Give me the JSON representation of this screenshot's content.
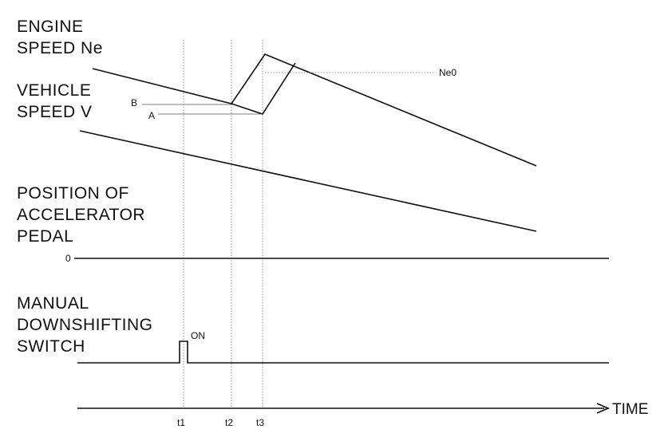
{
  "labels": {
    "engine_speed_1": "ENGINE",
    "engine_speed_2": "SPEED Ne",
    "vehicle_speed_1": "VEHICLE",
    "vehicle_speed_2": "SPEED V",
    "accelerator_1": "POSITION OF",
    "accelerator_2": "ACCELERATOR",
    "accelerator_3": "PEDAL",
    "switch_1": "MANUAL",
    "switch_2": "DOWNSHIFTING",
    "switch_3": "SWITCH"
  },
  "markers": {
    "ne0": "Ne0",
    "b": "B",
    "a": "A",
    "zero": "0",
    "on": "ON"
  },
  "time_axis": {
    "label": "TIME",
    "ticks": [
      "t1",
      "t2",
      "t3"
    ]
  }
}
